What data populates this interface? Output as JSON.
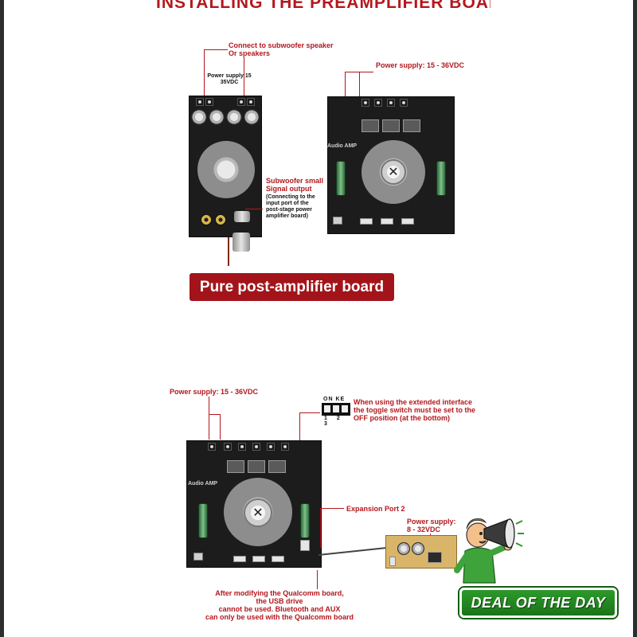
{
  "header": {
    "title": "INSTALLING THE PREAMPLIFIER BOARD ZK-AMP"
  },
  "top_left": {
    "speaker_label": "Connect to subwoofer speaker\nOr speakers",
    "power_label": "Power supply 15\n35VDC",
    "signal_label": "Subwoofer small\nSignal output",
    "signal_note": "(Connecting to the\ninput port of the\npost-stage power\namplifier board)"
  },
  "top_right": {
    "power_label": "Power supply: 15 - 36VDC",
    "audio_label": "Audio AMP"
  },
  "banner": {
    "text": "Pure post-amplifier board"
  },
  "bottom": {
    "power_label": "Power supply: 15 - 36VDC",
    "dip_top": "ON KE",
    "dip_numbers": "1 2 3",
    "dip_note": "When using the extended interface\nthe toggle switch must be set to the\nOFF position (at the bottom)",
    "audio_label": "Audio AMP",
    "expansion_label": "Expansion Port 2",
    "qualcomm_power_label": "Power supply:\n8 - 32VDC",
    "footer_note": "After modifying the Qualcomm board,\nthe USB drive\ncannot be used. Bluetooth and AUX\ncan only be used with the Qualcomm board"
  },
  "badge": {
    "text": "DEAL OF THE DAY"
  },
  "colors": {
    "accent": "#b4171d",
    "banner": "#a3141a",
    "badge": "#2c9a2a"
  }
}
